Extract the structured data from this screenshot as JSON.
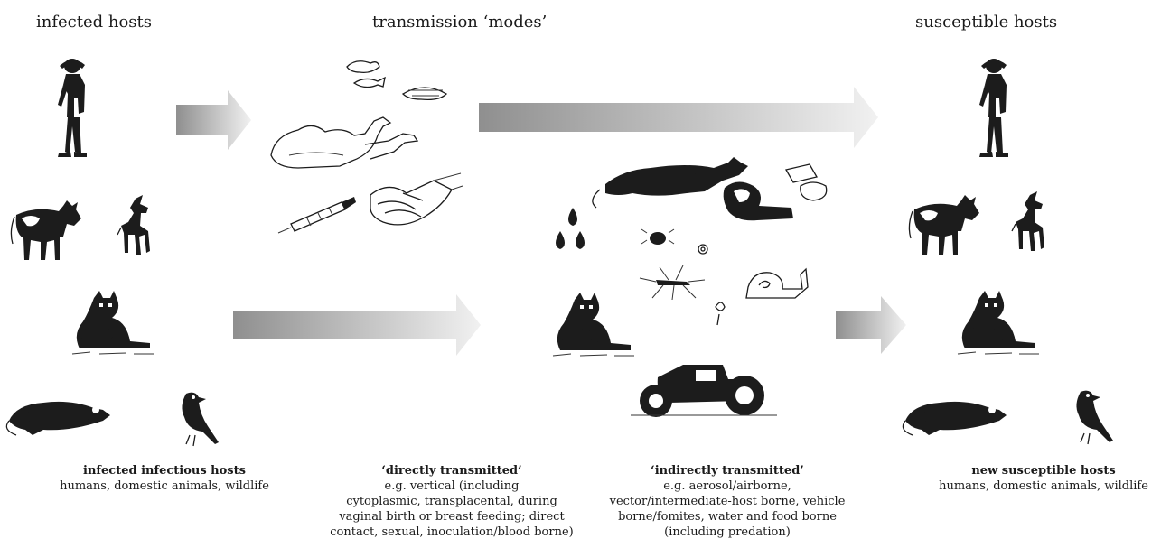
{
  "headers": {
    "infected": "infected hosts",
    "modes": "transmission ‘modes’",
    "susceptible": "susceptible hosts"
  },
  "captions": {
    "infected": {
      "title": "infected infectious hosts",
      "lines": [
        "humans, domestic animals, wildlife"
      ]
    },
    "direct": {
      "title": "‘directly transmitted’",
      "lines": [
        "e.g. vertical (including",
        "cytoplasmic, transplacental, during",
        "vaginal birth or breast feeding; direct",
        "contact, sexual, inoculation/blood borne)"
      ]
    },
    "indirect": {
      "title": "‘indirectly transmitted’",
      "lines": [
        "e.g. aerosol/airborne,",
        "vector/intermediate-host borne, vehicle",
        "borne/fomites, water and food borne",
        "(including predation)"
      ]
    },
    "susceptible": {
      "title": "new susceptible hosts",
      "lines": [
        "humans, domestic animals, wildlife"
      ]
    }
  },
  "colors": {
    "arrow_dark": "#8f8f8f",
    "arrow_light": "#f1f1f1",
    "ink": "#1c1c1c"
  },
  "icons": [
    "human-figure-icon",
    "calf-icon",
    "goat-icon",
    "cat-icon",
    "rat-icon",
    "bird-icon",
    "fish-icon",
    "shrimp-icon",
    "camel-icon",
    "syringe-icon",
    "handshake-icon",
    "fox-icon",
    "meat-icon",
    "food-can-icon",
    "water-drop-icon",
    "tick-icon",
    "worm-icon",
    "mosquito-icon",
    "snail-icon",
    "tractor-icon"
  ]
}
